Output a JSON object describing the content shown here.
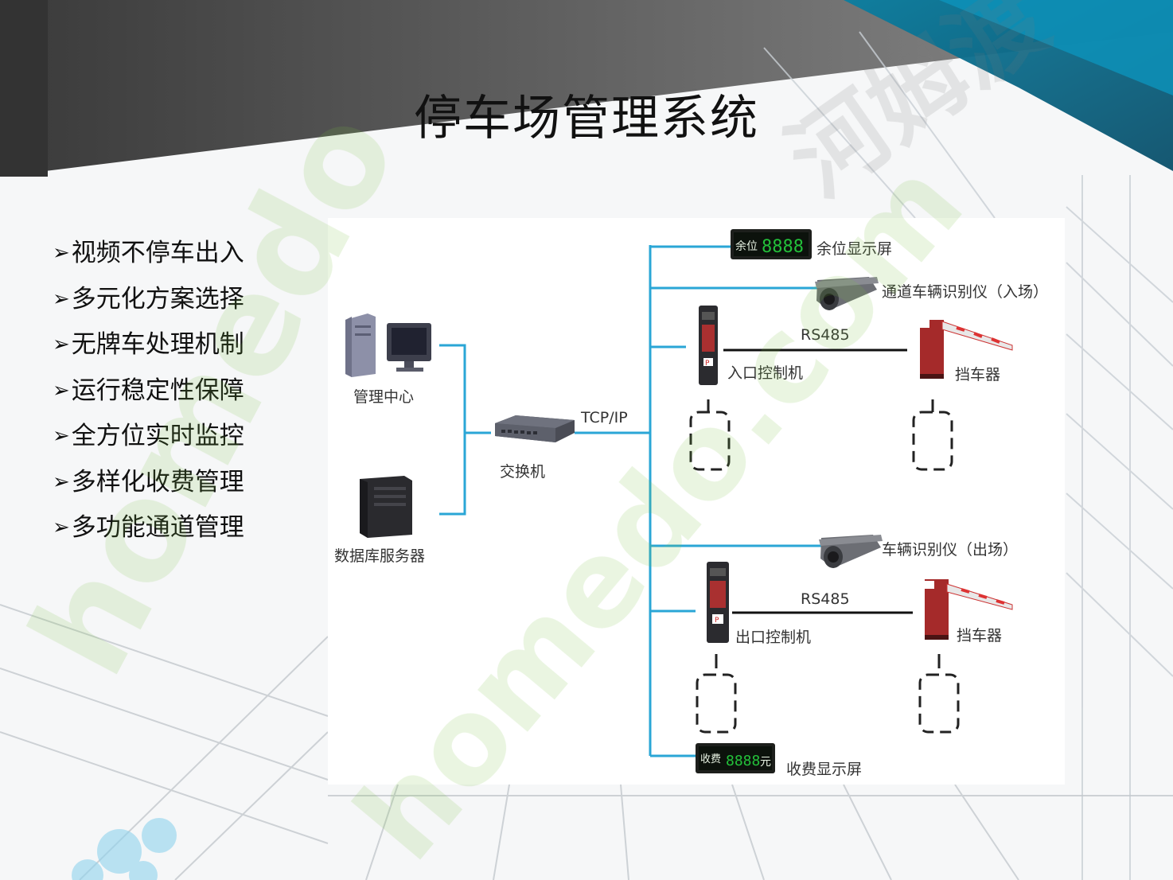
{
  "slide": {
    "title": "停车场管理系统",
    "bullet_glyph": "➢",
    "bullets": [
      "视频不停车出入",
      "多元化方案选择",
      "无牌车处理机制",
      "运行稳定性保障",
      "全方位实时监控",
      "多样化收费管理",
      "多功能通道管理"
    ],
    "watermark": "homedo.com 河姆渡"
  },
  "diagram": {
    "line_color": "#2aa6d6",
    "nodes": {
      "management_center": "管理中心",
      "database_server": "数据库服务器",
      "switch": "交换机",
      "spaces_display": "余位显示屏",
      "spaces_display_screen": "余位",
      "spaces_display_digits": "8888",
      "entry_camera": "通道车辆识别仪（入场）",
      "entry_controller": "入口控制机",
      "entry_barrier": "挡车器",
      "exit_camera": "车辆识别仪（出场）",
      "exit_controller": "出口控制机",
      "exit_barrier": "挡车器",
      "fee_display": "收费显示屏",
      "fee_display_screen": "收费",
      "fee_display_digits": "8888",
      "fee_display_unit": "元"
    },
    "protocols": {
      "network": "TCP/IP",
      "entry_link": "RS485",
      "exit_link": "RS485"
    }
  }
}
